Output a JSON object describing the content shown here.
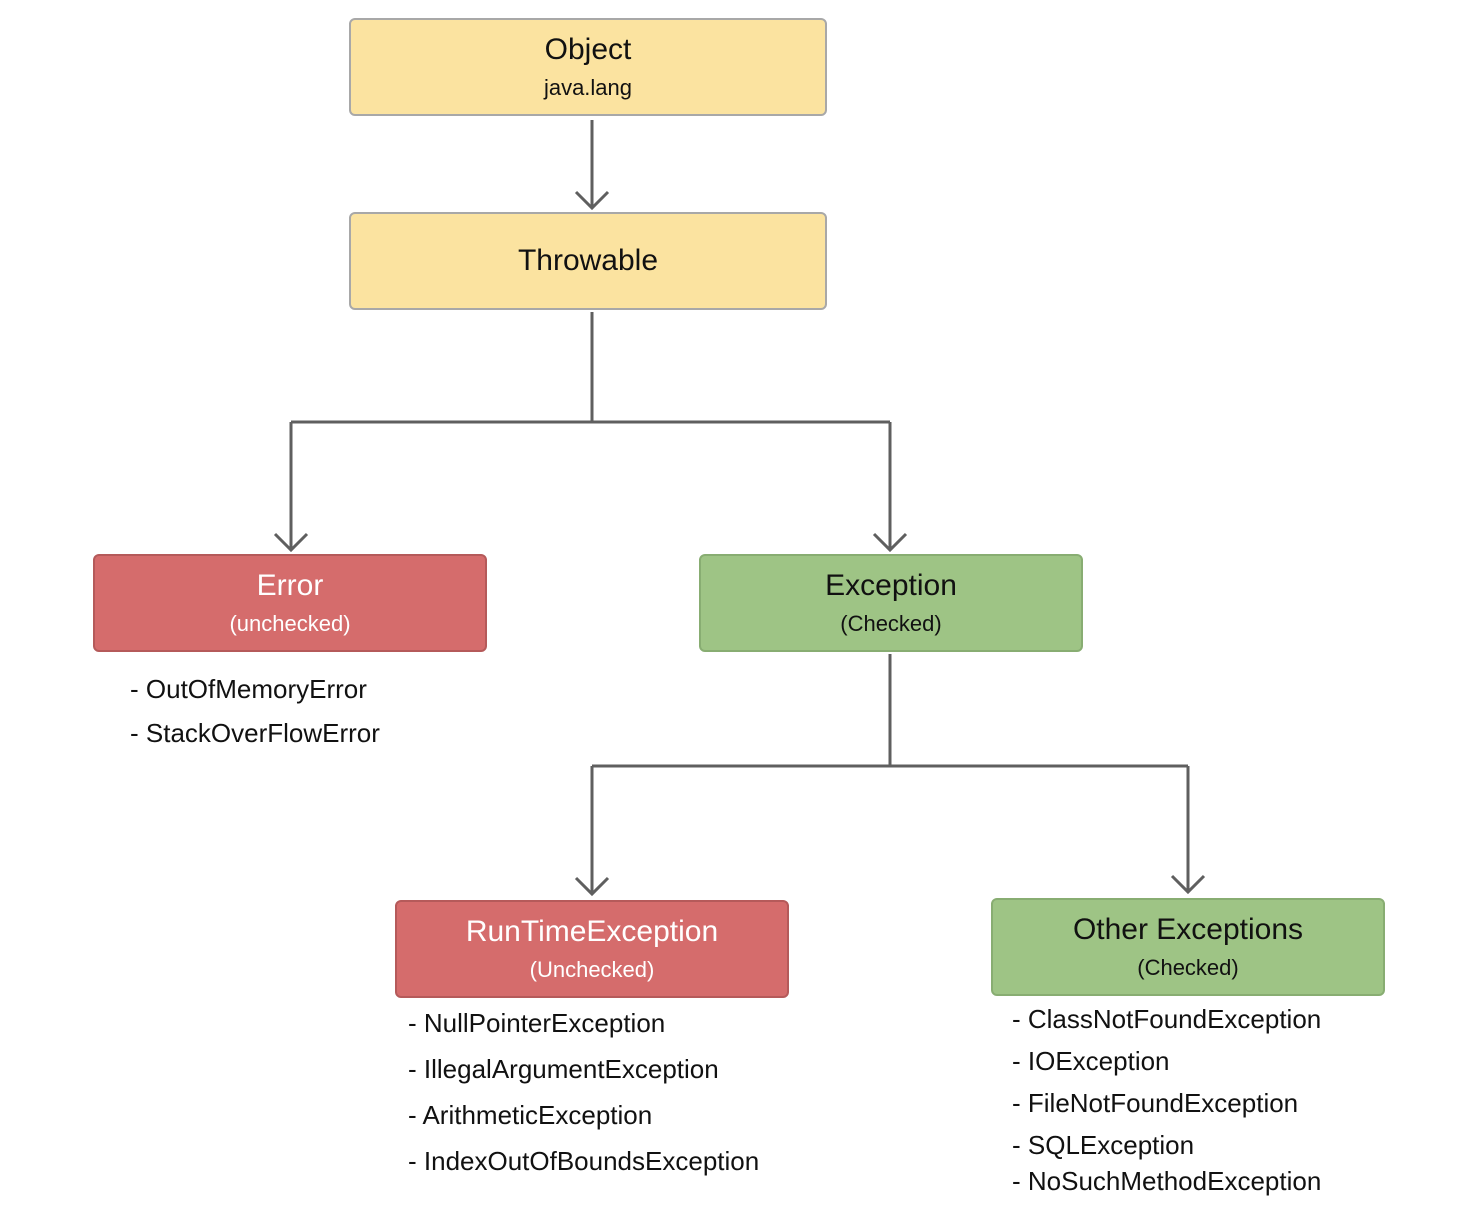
{
  "nodes": {
    "object": {
      "title": "Object",
      "subtitle": "java.lang"
    },
    "throwable": {
      "title": "Throwable"
    },
    "error": {
      "title": "Error",
      "subtitle": "(unchecked)"
    },
    "exception": {
      "title": "Exception",
      "subtitle": "(Checked)"
    },
    "runtime": {
      "title": "RunTimeException",
      "subtitle": "(Unchecked)"
    },
    "other": {
      "title": "Other Exceptions",
      "subtitle": "(Checked)"
    }
  },
  "lists": {
    "error": [
      "- OutOfMemoryError",
      "- StackOverFlowError"
    ],
    "runtime": [
      "- NullPointerException",
      "- IllegalArgumentException",
      "- ArithmeticException",
      "- IndexOutOfBoundsException"
    ],
    "other": [
      "- ClassNotFoundException",
      "- IOException",
      "- FileNotFoundException",
      "- SQLException",
      "- NoSuchMethodException"
    ]
  },
  "edges": [
    {
      "from": "object",
      "to": "throwable"
    },
    {
      "from": "throwable",
      "to": "error"
    },
    {
      "from": "throwable",
      "to": "exception"
    },
    {
      "from": "exception",
      "to": "runtime"
    },
    {
      "from": "exception",
      "to": "other"
    }
  ],
  "colors": {
    "base_class": "#fbe3a0",
    "unchecked": "#d56c6c",
    "checked": "#9ec485",
    "connector": "#5f5f5f"
  }
}
